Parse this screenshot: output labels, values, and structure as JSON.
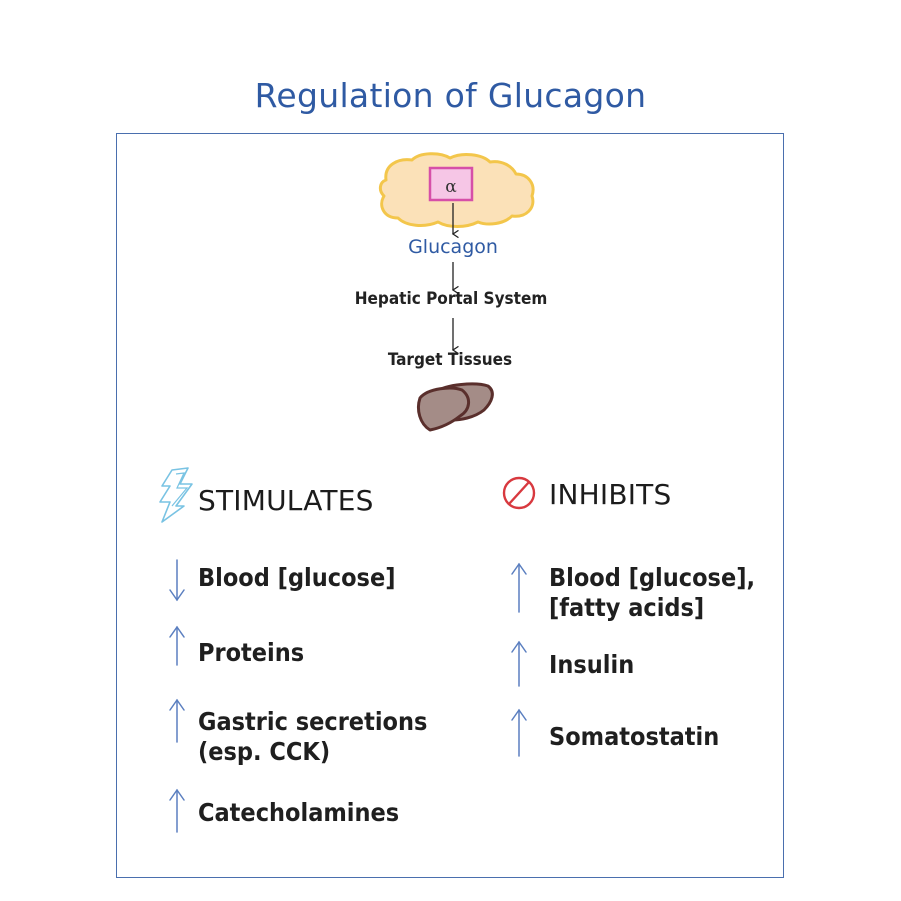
{
  "title": "Regulation of Glucagon",
  "diagram": {
    "cell_symbol": "α",
    "glucagon": "Glucagon",
    "portal": "Hepatic Portal System",
    "target": "Target Tissues"
  },
  "stimulates": {
    "heading": "STIMULATES",
    "items": [
      {
        "direction": "down",
        "line1": "Blood [glucose]",
        "line2": ""
      },
      {
        "direction": "up",
        "line1": "Proteins",
        "line2": ""
      },
      {
        "direction": "up",
        "line1": "Gastric secretions",
        "line2": "(esp. CCK)"
      },
      {
        "direction": "up",
        "line1": "Catecholamines",
        "line2": ""
      }
    ]
  },
  "inhibits": {
    "heading": "INHIBITS",
    "items": [
      {
        "direction": "up",
        "line1": "Blood [glucose],",
        "line2": "[fatty acids]"
      },
      {
        "direction": "up",
        "line1": "Insulin",
        "line2": ""
      },
      {
        "direction": "up",
        "line1": "Somatostatin",
        "line2": ""
      }
    ]
  },
  "colors": {
    "title": "#2f5aa3",
    "arrow_blue": "#5b7fc0",
    "pancreas_fill": "#fbe1b8",
    "pancreas_stroke": "#f3c64b",
    "alpha_cell_fill": "#f6c6e6",
    "alpha_cell_stroke": "#d64fa8",
    "liver_fill": "#a48c87",
    "liver_stroke": "#5a2f2c",
    "lightning": "#79c3e3",
    "no_symbol": "#d8393f"
  },
  "icons": [
    "pancreas-icon",
    "alpha-cell-icon",
    "liver-icon",
    "lightning-icon",
    "prohibited-icon",
    "arrow-up-icon",
    "arrow-down-icon"
  ]
}
